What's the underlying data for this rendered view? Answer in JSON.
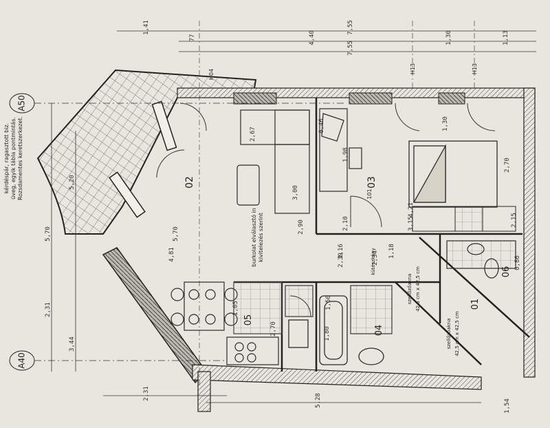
{
  "axes": [
    "A50",
    "A40"
  ],
  "rooms": [
    "02",
    "03",
    "04",
    "05",
    "06",
    "01"
  ],
  "doors": [
    "H04",
    "H13",
    "H13",
    "101"
  ],
  "dims_top": [
    "1,41",
    "7,55",
    "4,40",
    "1,30",
    "1,13",
    "7,55",
    "77"
  ],
  "dims_left": [
    "5,70",
    "2,31",
    "3,44",
    "5,20",
    "5,70",
    "4,81"
  ],
  "dims_bottom": [
    "2,31",
    "5,28",
    "1,54"
  ],
  "interior_dims": [
    "3,00",
    "2,67",
    "1,98",
    "2,10",
    "2,70",
    "4,21",
    "1,30",
    "1,16",
    "1,18",
    "2,39",
    "2,34",
    "1,50",
    "1,80",
    "2,70",
    "1,05",
    "3,15",
    "2,15",
    "0,46",
    "2,90",
    "0,86"
  ],
  "notes": {
    "balcony": [
      "kérdéspár, ragasztott biz.",
      "üveg, egyik tábla pontmintás.",
      "Rozsdamentes keretszerkezet."
    ],
    "kitchen_note": [
      "burkolat elválasztó in",
      "kivitelezés szerint"
    ],
    "closet": "kütészkány",
    "boxes": [
      "szellőzőakna",
      "42,5 cm x 42,5 cm"
    ]
  }
}
